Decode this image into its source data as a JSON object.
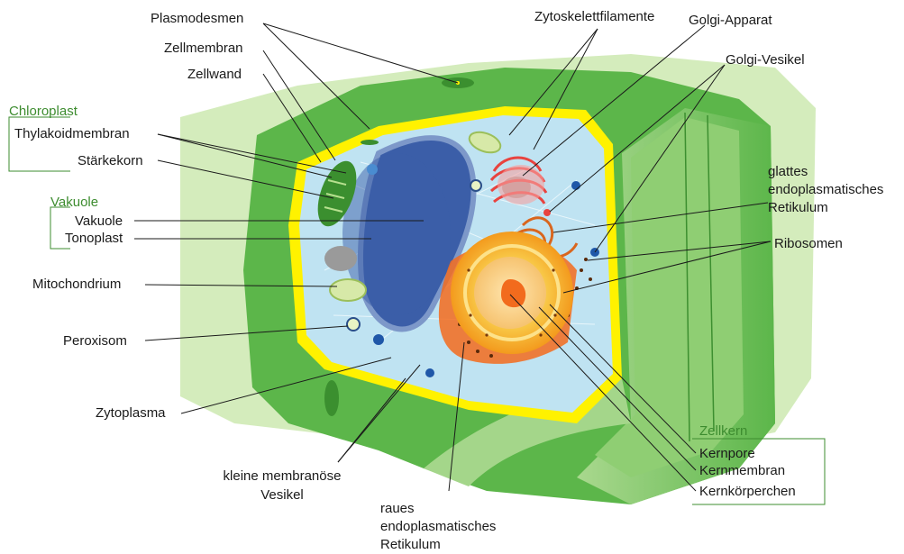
{
  "labels": {
    "plasmodesmen": "Plasmodesmen",
    "zellmembran": "Zellmembran",
    "zellwand": "Zellwand",
    "chloroplast_group": "Chloroplast",
    "thylakoidmembran": "Thylakoidmembran",
    "staerkekorn": "Stärkekorn",
    "vakuole_group": "Vakuole",
    "vakuole": "Vakuole",
    "tonoplast": "Tonoplast",
    "mitochondrium": "Mitochondrium",
    "peroxisom": "Peroxisom",
    "zytoplasma": "Zytoplasma",
    "kleine_vesikel_1": "kleine membranöse",
    "kleine_vesikel_2": "Vesikel",
    "raues_er_1": "raues",
    "raues_er_2": "endoplasmatisches",
    "raues_er_3": "Retikulum",
    "zytoskelett": "Zytoskelettfilamente",
    "golgi_apparat": "Golgi-Apparat",
    "golgi_vesikel": "Golgi-Vesikel",
    "glattes_er_1": "glattes",
    "glattes_er_2": "endoplasmatisches",
    "glattes_er_3": "Retikulum",
    "ribosomen": "Ribosomen",
    "zellkern_group": "Zellkern",
    "kernpore": "Kernpore",
    "kernmembran": "Kernmembran",
    "kernkoerperchen": "Kernkörperchen"
  },
  "colors": {
    "background_wall": "#d4ecbc",
    "cell_wall": "#5cb64a",
    "cell_wall_dark": "#3d8f30",
    "membrane": "#fff200",
    "cytoplasm": "#bfe3f2",
    "vacuole": "#3b5ea8",
    "nucleus": "#f7a823",
    "nucleolus": "#f26b1d",
    "chloroplast": "#3b8f2f",
    "golgi": "#e8433f",
    "group_label": "#3d8c2f",
    "text": "#1a1a1a"
  }
}
